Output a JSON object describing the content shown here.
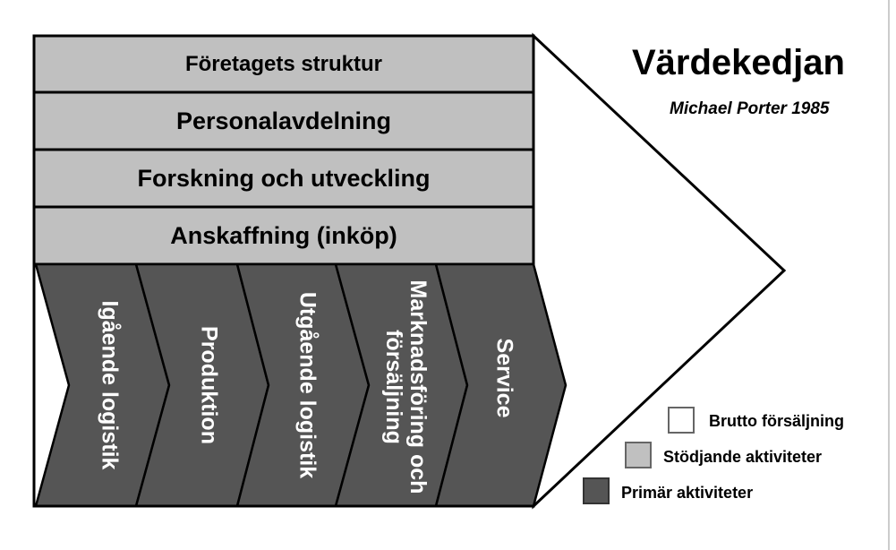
{
  "title": "Värdekedjan",
  "subtitle": "Michael Porter 1985",
  "support_activities": [
    "Företagets struktur",
    "Personalavdelning",
    "Forskning och utveckling",
    "Anskaffning (inköp)"
  ],
  "primary_activities": [
    "Igående logistik",
    "Produktion",
    "Utgående logistik",
    "Marknadsföring och försäljning",
    "Service"
  ],
  "legend": [
    {
      "label": "Brutto försäljning",
      "color": "#ffffff"
    },
    {
      "label": "Stödjande aktiviteter",
      "color": "#c0c0c0"
    },
    {
      "label": "Primär aktiviteter",
      "color": "#555555"
    }
  ]
}
